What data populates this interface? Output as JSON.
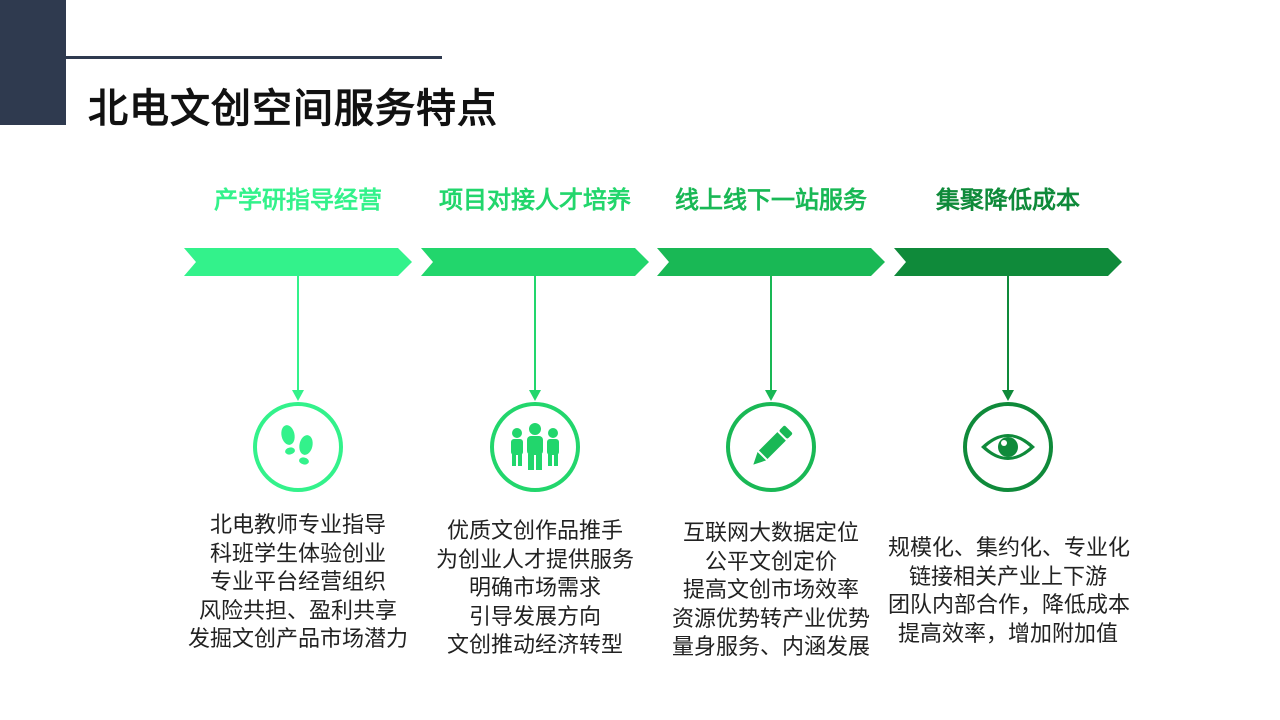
{
  "title": "北电文创空间服务特点",
  "colors": {
    "dark": "#2f3a4f",
    "step1": "#33f28b",
    "step2": "#22d66c",
    "step3": "#19b855",
    "step4": "#0f8a3a"
  },
  "steps": [
    {
      "heading": "产学研指导经营",
      "icon": "footprints-icon",
      "lines": [
        "北电教师专业指导",
        "科班学生体验创业",
        "专业平台经营组织",
        "风险共担、盈利共享",
        "发掘文创产品市场潜力"
      ]
    },
    {
      "heading": "项目对接人才培养",
      "icon": "people-group-icon",
      "lines": [
        "优质文创作品推手",
        "为创业人才提供服务",
        "明确市场需求",
        "引导发展方向",
        "文创推动经济转型"
      ]
    },
    {
      "heading": "线上线下一站服务",
      "icon": "pencil-icon",
      "lines": [
        "互联网大数据定位",
        "公平文创定价",
        "提高文创市场效率",
        "资源优势转产业优势",
        "量身服务、内涵发展"
      ]
    },
    {
      "heading": "集聚降低成本",
      "icon": "eye-icon",
      "lines": [
        "规模化、集约化、专业化",
        "链接相关产业上下游",
        "团队内部合作，降低成本",
        "提高效率，增加附加值"
      ]
    }
  ]
}
